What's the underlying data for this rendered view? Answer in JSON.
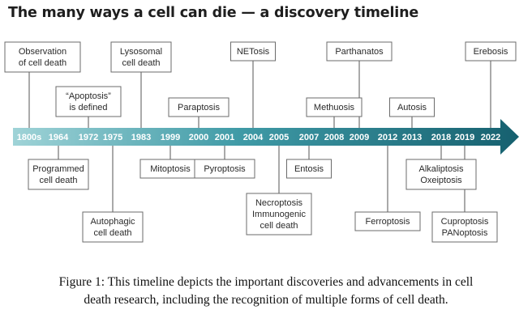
{
  "title": "The many ways a cell can die — a discovery timeline",
  "caption": {
    "line1": "Figure 1: This timeline depicts the important discoveries and advancements in cell",
    "line2": "death research, including the recognition of multiple forms of cell death."
  },
  "colors": {
    "arrow_start": "#9fd3d7",
    "arrow_mid": "#3f9aa6",
    "arrow_end": "#16606f",
    "year_text": "#ffffff",
    "box_border": "#6b6b6b",
    "connector": "#555555"
  },
  "years": [
    "1800s",
    "1964",
    "1972",
    "1975",
    "1983",
    "1999",
    "2000",
    "2001",
    "2004",
    "2005",
    "2007",
    "2008",
    "2009",
    "2012",
    "2013",
    "2018",
    "2019",
    "2022"
  ],
  "events": [
    {
      "year": "1800s",
      "side": "above",
      "tier": "high",
      "lines": [
        "Observation",
        "of cell death"
      ]
    },
    {
      "year": "1964",
      "side": "below",
      "tier": "near",
      "lines": [
        "Programmed",
        "cell death"
      ]
    },
    {
      "year": "1972",
      "side": "above",
      "tier": "mid",
      "lines": [
        "“Apoptosis”",
        "is defined"
      ]
    },
    {
      "year": "1975",
      "side": "below",
      "tier": "far",
      "lines": [
        "Autophagic",
        "cell death"
      ]
    },
    {
      "year": "1983",
      "side": "above",
      "tier": "high",
      "lines": [
        "Lysosomal",
        "cell death"
      ]
    },
    {
      "year": "1999",
      "side": "below",
      "tier": "near",
      "lines": [
        "Mitoptosis"
      ]
    },
    {
      "year": "2000",
      "side": "above",
      "tier": "low",
      "lines": [
        "Paraptosis"
      ]
    },
    {
      "year": "2001",
      "side": "below",
      "tier": "near",
      "lines": [
        "Pyroptosis"
      ]
    },
    {
      "year": "2004",
      "side": "above",
      "tier": "high",
      "lines": [
        "NETosis"
      ]
    },
    {
      "year": "2005",
      "side": "below",
      "tier": "mid",
      "lines": [
        "Necroptosis",
        "Immunogenic",
        "cell death"
      ]
    },
    {
      "year": "2007",
      "side": "below",
      "tier": "near",
      "lines": [
        "Entosis"
      ]
    },
    {
      "year": "2008",
      "side": "above",
      "tier": "low",
      "lines": [
        "Methuosis"
      ]
    },
    {
      "year": "2009",
      "side": "above",
      "tier": "high",
      "lines": [
        "Parthanatos"
      ]
    },
    {
      "year": "2012",
      "side": "below",
      "tier": "far",
      "lines": [
        "Ferroptosis"
      ]
    },
    {
      "year": "2013",
      "side": "above",
      "tier": "low",
      "lines": [
        "Autosis"
      ]
    },
    {
      "year": "2018",
      "side": "below",
      "tier": "near",
      "lines": [
        "Alkaliptosis",
        "Oxeiptosis"
      ]
    },
    {
      "year": "2019",
      "side": "below",
      "tier": "far",
      "lines": [
        "Cuproptosis",
        "PANoptosis"
      ]
    },
    {
      "year": "2022",
      "side": "above",
      "tier": "high",
      "lines": [
        "Erebosis"
      ]
    }
  ]
}
